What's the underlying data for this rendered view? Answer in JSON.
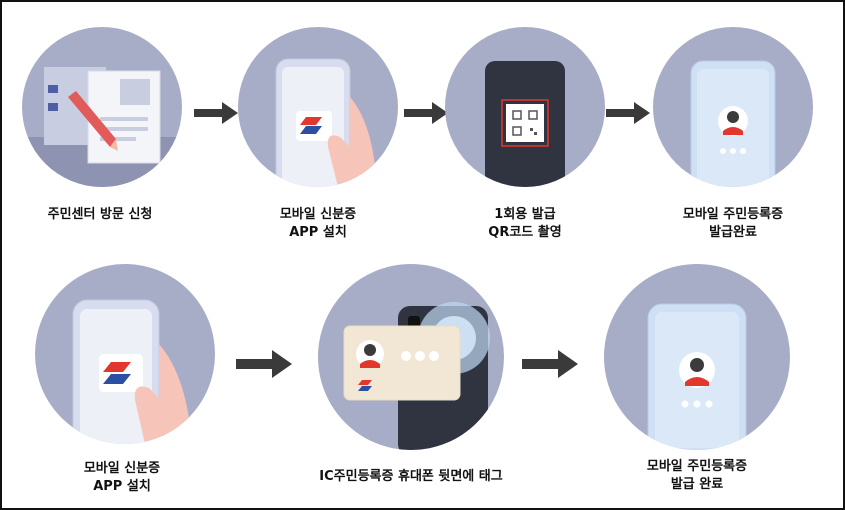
{
  "rows": [
    {
      "steps": [
        {
          "icon": "document-form-icon",
          "lines": [
            "주민센터 방문 신청"
          ]
        },
        {
          "icon": "mobile-id-app-icon",
          "lines": [
            "모바일 신분증",
            "APP 설치"
          ]
        },
        {
          "icon": "qr-code-phone-icon",
          "lines": [
            "1회용 발급",
            "QR코드 촬영"
          ]
        },
        {
          "icon": "issued-id-phone-icon",
          "lines": [
            "모바일 주민등록증",
            "발급완료"
          ]
        }
      ]
    },
    {
      "steps": [
        {
          "icon": "mobile-id-app-icon",
          "lines": [
            "모바일 신분증",
            "APP 설치"
          ]
        },
        {
          "icon": "ic-card-tag-icon",
          "lines": [
            "IC주민등록증 휴대폰 뒷면에 태그"
          ]
        },
        {
          "icon": "issued-id-phone-icon",
          "lines": [
            "모바일 주민등록증",
            "발급 완료"
          ]
        }
      ]
    }
  ],
  "colors": {
    "circle": "#a7acc7",
    "arrow": "#3a3a3a",
    "accent_red": "#e2372c",
    "accent_blue": "#2c4fa3"
  }
}
